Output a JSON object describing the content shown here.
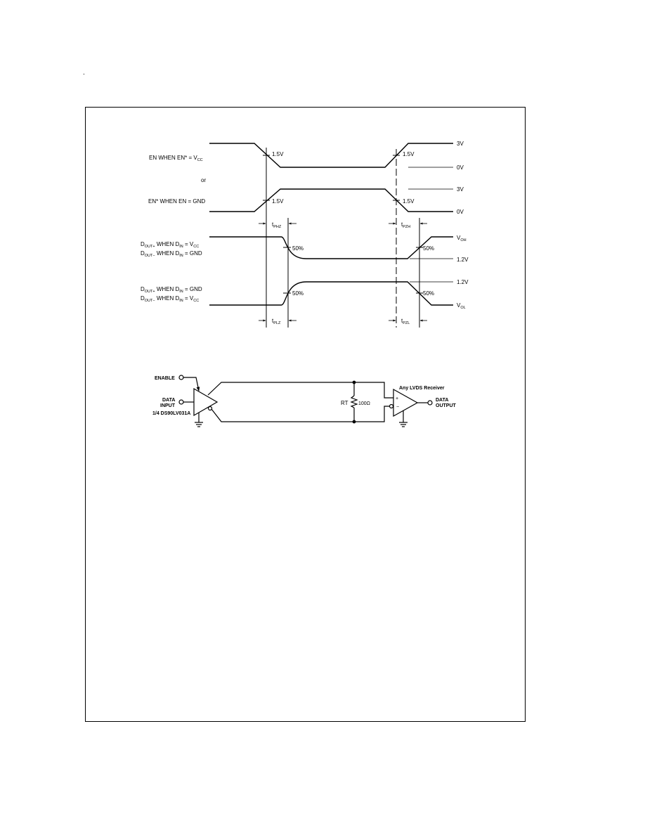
{
  "page_mark": ".",
  "timing": {
    "en_row": {
      "label_main": "EN WHEN EN* = V",
      "label_sub": "CC",
      "label_or": "or",
      "thr_left": "1.5V",
      "thr_right": "1.5V",
      "high": "3V",
      "low": "0V"
    },
    "en_star_row": {
      "label": "EN* WHEN EN = GND",
      "thr_left": "1.5V",
      "thr_right": "1.5V",
      "high": "3V",
      "low": "0V"
    },
    "dout_row1": {
      "label1_main": "D",
      "label1_sub": "OUT+",
      "label1_mid": " WHEN D",
      "label1_sub2": "IN",
      "label1_end": " = V",
      "label1_sub3": "CC",
      "label2_main": "D",
      "label2_sub": "OUT−",
      "label2_mid": " WHEN D",
      "label2_sub2": "IN",
      "label2_end": " = GND",
      "pct_left": "50%",
      "pct_right": "50%",
      "voh_main": "V",
      "voh_sub": "OH",
      "mid": "1.2V"
    },
    "dout_row2": {
      "label1_main": "D",
      "label1_sub": "OUT+",
      "label1_mid": " WHEN D",
      "label1_sub2": "IN",
      "label1_end": " = GND",
      "label2_main": "D",
      "label2_sub": "OUT−",
      "label2_mid": " WHEN D",
      "label2_sub2": "IN",
      "label2_end": " = V",
      "label2_sub3": "CC",
      "pct_left": "50%",
      "pct_right": "50%",
      "mid": "1.2V",
      "vol_main": "V",
      "vol_sub": "OL"
    },
    "t_phz": {
      "main": "t",
      "sub": "PHZ"
    },
    "t_pzh": {
      "main": "t",
      "sub": "PZH"
    },
    "t_plz": {
      "main": "t",
      "sub": "PLZ"
    },
    "t_pzl": {
      "main": "t",
      "sub": "PZL"
    }
  },
  "circuit": {
    "enable": "ENABLE",
    "data_input_1": "DATA",
    "data_input_2": "INPUT",
    "driver_part": "1/4 DS90LV031A",
    "rt_label": "RT",
    "rt_value": "100Ω",
    "receiver_label": "Any LVDS Receiver",
    "plus": "+",
    "minus": "−",
    "data_output_1": "DATA",
    "data_output_2": "OUTPUT"
  }
}
